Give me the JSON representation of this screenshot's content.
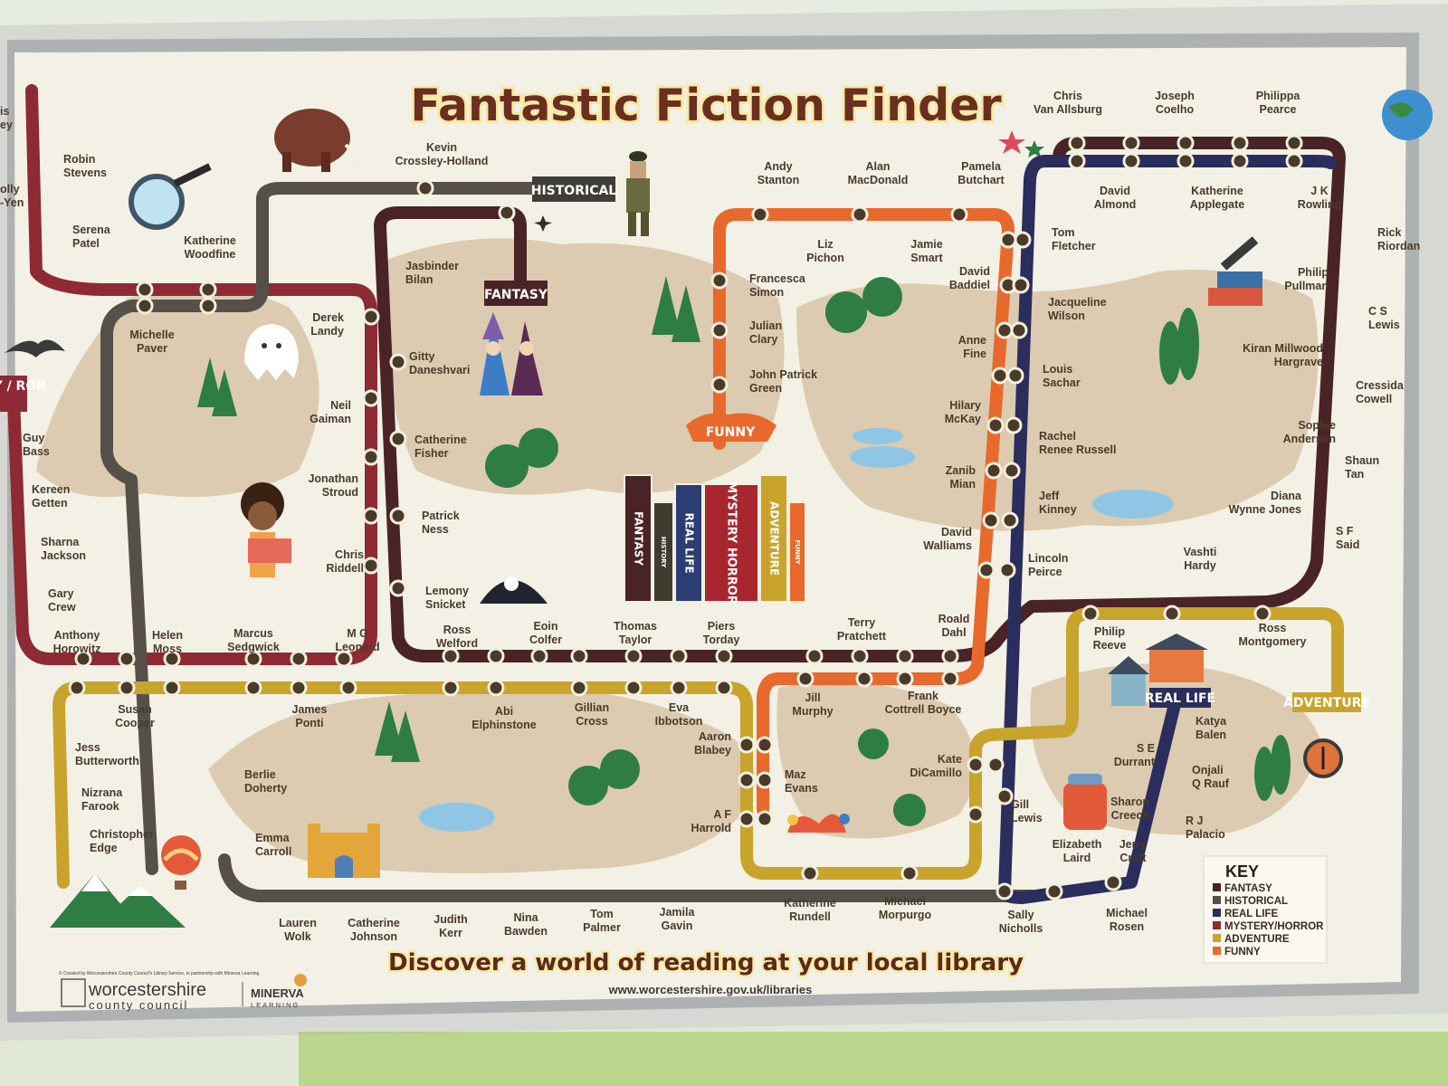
{
  "title": "Fantastic Fiction Finder",
  "slogan": "Discover a world of reading at your local library",
  "website": "www.worcestershire.gov.uk/libraries",
  "credit": "© Created by Worcestershire County Council's Library Service, in partnership with Minerva Learning",
  "logos": {
    "council": "worcestershire",
    "council_sub": "county council",
    "partner": "MINERVA",
    "partner_sub": "LEARNING"
  },
  "key": {
    "title": "KEY",
    "items": [
      {
        "label": "FANTASY",
        "color": "#4a2326"
      },
      {
        "label": "HISTORICAL",
        "color": "#555049"
      },
      {
        "label": "REAL LIFE",
        "color": "#2b2d5c"
      },
      {
        "label": "MYSTERY/HORROR",
        "color": "#8e2a34"
      },
      {
        "label": "ADVENTURE",
        "color": "#c8a42c"
      },
      {
        "label": "FUNNY",
        "color": "#e8692c"
      }
    ]
  },
  "lines": {
    "fantasy": {
      "label": "FANTASY",
      "color": "#4a2326"
    },
    "historical": {
      "label": "HISTORICAL",
      "color": "#555049"
    },
    "real_life": {
      "label": "REAL LIFE",
      "color": "#2b2d5c"
    },
    "mystery_horror": {
      "label": "MYSTERY HORROR",
      "label_partial": "ERY / ROR",
      "color": "#8e2a34"
    },
    "adventure": {
      "label": "ADVENTURE",
      "color": "#c8a42c"
    },
    "funny": {
      "label": "FUNNY",
      "color": "#e8692c"
    }
  },
  "books": [
    "FANTASY",
    "HISTORY",
    "REAL LIFE",
    "MYSTERY HORROR",
    "ADVENTURE",
    "FUNNY"
  ],
  "authors": [
    [
      "is",
      "ey"
    ],
    [
      "olly",
      "-Yen"
    ],
    [
      "Robin",
      "Stevens"
    ],
    [
      "Serena",
      "Patel"
    ],
    [
      "Katherine",
      "Woodfine"
    ],
    [
      "Michelle",
      "Paver"
    ],
    [
      "Kevin",
      "Crossley-Holland"
    ],
    [
      "Jasbinder",
      "Bilan"
    ],
    [
      "Derek",
      "Landy"
    ],
    [
      "Gitty",
      "Daneshvari"
    ],
    [
      "Neil",
      "Gaiman"
    ],
    [
      "Catherine",
      "Fisher"
    ],
    [
      "Jonathan",
      "Stroud"
    ],
    [
      "Patrick",
      "Ness"
    ],
    [
      "Chris",
      "Riddell"
    ],
    [
      "Lemony",
      "Snicket"
    ],
    [
      "Guy",
      "Bass"
    ],
    [
      "Kereen",
      "Getten"
    ],
    [
      "Sharna",
      "Jackson"
    ],
    [
      "Gary",
      "Crew"
    ],
    [
      "Anthony",
      "Horowitz"
    ],
    [
      "Helen",
      "Moss"
    ],
    [
      "Marcus",
      "Sedgwick"
    ],
    [
      "M G",
      "Leonard"
    ],
    [
      "Ross",
      "Welford"
    ],
    [
      "Eoin",
      "Colfer"
    ],
    [
      "Thomas",
      "Taylor"
    ],
    [
      "Piers",
      "Torday"
    ],
    [
      "Terry",
      "Pratchett"
    ],
    [
      "Roald",
      "Dahl"
    ],
    [
      "Andy",
      "Stanton"
    ],
    [
      "Alan",
      "MacDonald"
    ],
    [
      "Pamela",
      "Butchart"
    ],
    [
      "Liz",
      "Pichon"
    ],
    [
      "Jamie",
      "Smart"
    ],
    [
      "Francesca",
      "Simon"
    ],
    [
      "Julian",
      "Clary"
    ],
    [
      "John Patrick",
      "Green"
    ],
    [
      "David",
      "Baddiel"
    ],
    [
      "Anne",
      "Fine"
    ],
    [
      "Hilary",
      "McKay"
    ],
    [
      "Zanib",
      "Mian"
    ],
    [
      "David",
      "Walliams"
    ],
    [
      "Chris",
      "Van Allsburg"
    ],
    [
      "Joseph",
      "Coelho"
    ],
    [
      "Philippa",
      "Pearce"
    ],
    [
      "David",
      "Almond"
    ],
    [
      "Katherine",
      "Applegate"
    ],
    [
      "J K",
      "Rowling"
    ],
    [
      "Tom",
      "Fletcher"
    ],
    [
      "Rick",
      "Riordan"
    ],
    [
      "Philip",
      "Pullman"
    ],
    [
      "Jacqueline",
      "Wilson"
    ],
    [
      "C S",
      "Lewis"
    ],
    [
      "Kiran Millwood",
      "Hargrave"
    ],
    [
      "Louis",
      "Sachar"
    ],
    [
      "Cressida",
      "Cowell"
    ],
    [
      "Rachel",
      "Renee Russell"
    ],
    [
      "Sophie",
      "Anderson"
    ],
    [
      "Shaun",
      "Tan"
    ],
    [
      "Jeff",
      "Kinney"
    ],
    [
      "Diana",
      "Wynne Jones"
    ],
    [
      "S F",
      "Said"
    ],
    [
      "Lincoln",
      "Peirce"
    ],
    [
      "Vashti",
      "Hardy"
    ],
    [
      "Philip",
      "Reeve"
    ],
    [
      "Ross",
      "Montgomery"
    ],
    [
      "Susan",
      "Cooper"
    ],
    [
      "James",
      "Ponti"
    ],
    [
      "Abi",
      "Elphinstone"
    ],
    [
      "Gillian",
      "Cross"
    ],
    [
      "Eva",
      "Ibbotson"
    ],
    [
      "Jill",
      "Murphy"
    ],
    [
      "Frank",
      "Cottrell Boyce"
    ],
    [
      "Jess",
      "Butterworth"
    ],
    [
      "Nizrana",
      "Farook"
    ],
    [
      "Christopher",
      "Edge"
    ],
    [
      "Berlie",
      "Doherty"
    ],
    [
      "Emma",
      "Carroll"
    ],
    [
      "Aaron",
      "Blabey"
    ],
    [
      "Maz",
      "Evans"
    ],
    [
      "A F",
      "Harrold"
    ],
    [
      "Kate",
      "DiCamillo"
    ],
    [
      "Gill",
      "Lewis"
    ],
    [
      "Katya",
      "Balen"
    ],
    [
      "S E",
      "Durrant"
    ],
    [
      "Onjali",
      "Q Rauf"
    ],
    [
      "Sharon",
      "Creech"
    ],
    [
      "R J",
      "Palacio"
    ],
    [
      "Elizabeth",
      "Laird"
    ],
    [
      "Jerry",
      "Craft"
    ],
    [
      "Lauren",
      "Wolk"
    ],
    [
      "Catherine",
      "Johnson"
    ],
    [
      "Judith",
      "Kerr"
    ],
    [
      "Nina",
      "Bawden"
    ],
    [
      "Tom",
      "Palmer"
    ],
    [
      "Jamila",
      "Gavin"
    ],
    [
      "Katherine",
      "Rundell"
    ],
    [
      "Michael",
      "Morpurgo"
    ],
    [
      "Sally",
      "Nicholls"
    ],
    [
      "Michael",
      "Rosen"
    ]
  ]
}
